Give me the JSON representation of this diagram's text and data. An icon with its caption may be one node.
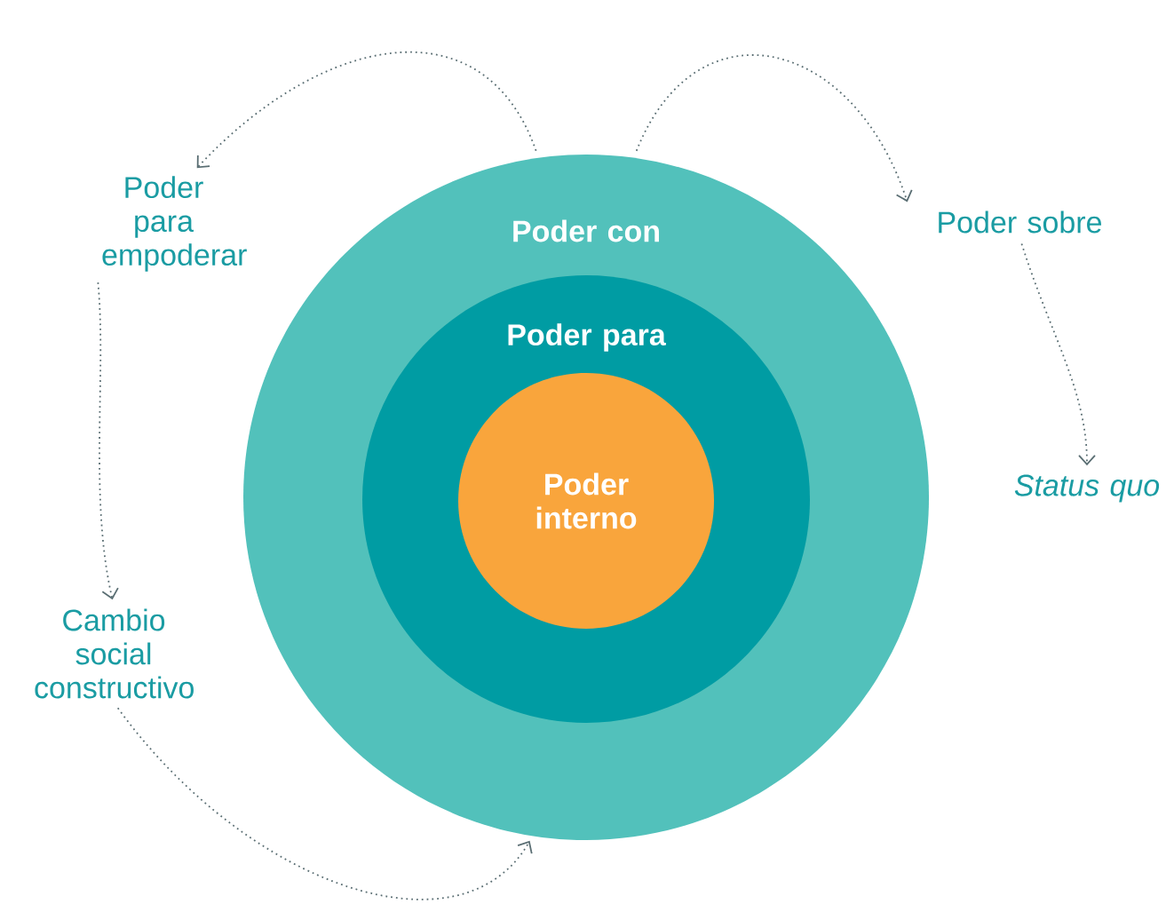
{
  "diagram": {
    "nodes": [
      {
        "text": [
          "Poder con"
        ]
      },
      {
        "text": [
          "Poder para"
        ],
        "in": 0
      },
      {
        "text": [
          "Poder interno"
        ],
        "in": 1
      },
      {
        "text": [
          "Poder para empoderar"
        ]
      },
      {
        "text": [
          "Poder sobre"
        ]
      },
      {
        "text": [
          "*Status quo*"
        ]
      },
      {
        "text": [
          "Cambio social constructivo"
        ]
      }
    ],
    "edges": [
      {
        "from": 0,
        "to": 3,
        "arrow": "to"
      },
      {
        "from": 0,
        "to": 4,
        "arrow": "to"
      },
      {
        "from": 4,
        "to": 5,
        "arrow": "to"
      },
      {
        "from": 3,
        "to": 6,
        "arrow": "to"
      },
      {
        "from": 6,
        "to": 0,
        "arrow": "to"
      }
    ]
  }
}
